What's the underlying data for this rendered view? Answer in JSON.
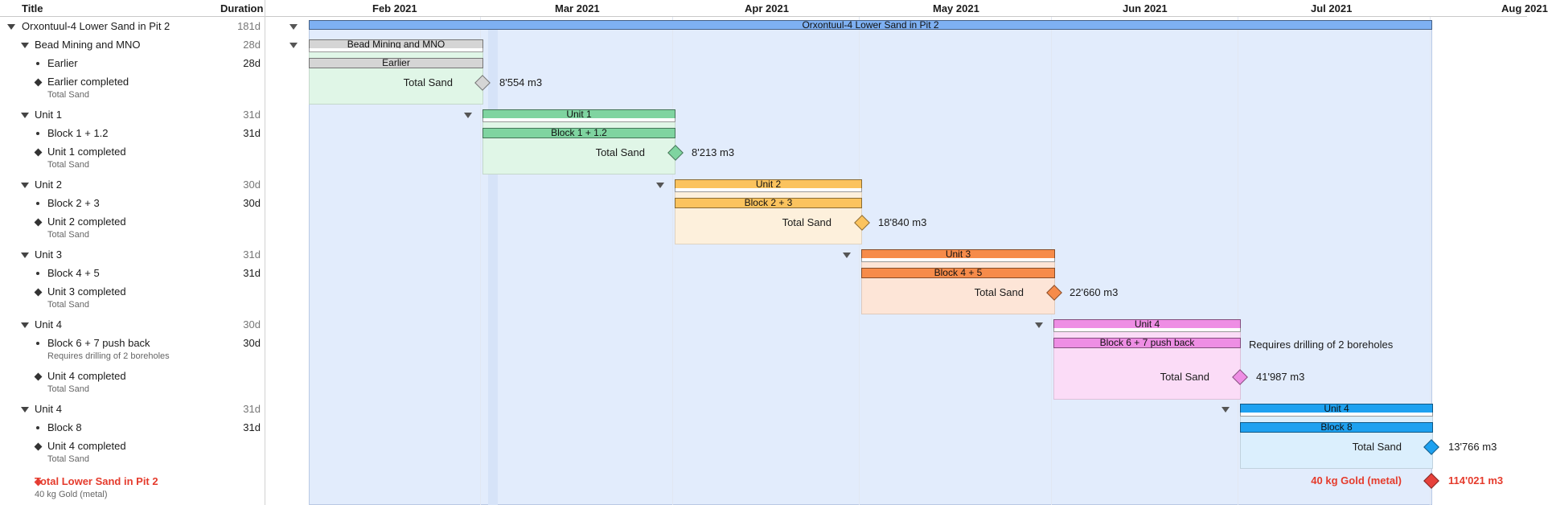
{
  "header": {
    "title_col": "Title",
    "duration_col": "Duration",
    "months": [
      "Feb 2021",
      "Mar 2021",
      "Apr 2021",
      "May 2021",
      "Jun 2021",
      "Jul 2021",
      "Aug 2021"
    ]
  },
  "outline": [
    {
      "title": "Orxontuul-4 Lower Sand in Pit 2",
      "duration": "181d"
    },
    {
      "title": "Bead Mining and MNO",
      "duration": "28d"
    },
    {
      "title": "Earlier",
      "duration": "28d"
    },
    {
      "title": "Earlier completed",
      "note": "Total Sand"
    },
    {
      "title": "Unit 1",
      "duration": "31d"
    },
    {
      "title": "Block 1 + 1.2",
      "duration": "31d"
    },
    {
      "title": "Unit 1 completed",
      "note": "Total Sand"
    },
    {
      "title": "Unit 2",
      "duration": "30d"
    },
    {
      "title": "Block 2 + 3",
      "duration": "30d"
    },
    {
      "title": "Unit 2 completed",
      "note": "Total Sand"
    },
    {
      "title": "Unit 3",
      "duration": "31d"
    },
    {
      "title": "Block 4 + 5",
      "duration": "31d"
    },
    {
      "title": "Unit 3 completed",
      "note": "Total Sand"
    },
    {
      "title": "Unit 4",
      "duration": "30d"
    },
    {
      "title": "Block 6 + 7 push back",
      "duration": "30d",
      "note": "Requires drilling of 2 boreholes"
    },
    {
      "title": "Unit 4 completed",
      "note": "Total Sand"
    },
    {
      "title": "Unit 4",
      "duration": "31d"
    },
    {
      "title": "Block 8",
      "duration": "31d"
    },
    {
      "title": "Unit 4 completed",
      "note": "Total Sand"
    },
    {
      "title": "Total Lower Sand in Pit 2",
      "note": "40 kg Gold (metal)"
    }
  ],
  "gantt": {
    "project_bar": "Orxontuul-4 Lower Sand in Pit 2",
    "bead_group": "Bead Mining and MNO",
    "earlier_task": "Earlier",
    "earlier_ms_label": "Total Sand",
    "earlier_ms_value": "8'554 m3",
    "unit1_group": "Unit 1",
    "unit1_task": "Block 1 + 1.2",
    "unit1_ms_label": "Total Sand",
    "unit1_ms_value": "8'213 m3",
    "unit2_group": "Unit 2",
    "unit2_task": "Block 2 + 3",
    "unit2_ms_label": "Total Sand",
    "unit2_ms_value": "18'840 m3",
    "unit3_group": "Unit 3",
    "unit3_task": "Block 4 + 5",
    "unit3_ms_label": "Total Sand",
    "unit3_ms_value": "22'660 m3",
    "unit4_group": "Unit 4",
    "unit4_task": "Block 6 + 7 push back",
    "unit4_task_note": "Requires drilling of 2 boreholes",
    "unit4_ms_label": "Total Sand",
    "unit4_ms_value": "41'987 m3",
    "unit4b_group": "Unit 4",
    "unit4b_task": "Block 8",
    "unit4b_ms_label": "Total Sand",
    "unit4b_ms_value": "13'766 m3",
    "total_ms_label": "40 kg Gold (metal)",
    "total_ms_value": "114'021 m3"
  },
  "colors": {
    "project": "#7eb0f2",
    "grey": "#d5d5d5",
    "unit1": "#7fd4a0",
    "unit2": "#fbc35e",
    "unit3": "#f68b4a",
    "unit4": "#ee8ee4",
    "unit4b": "#1ea1f0",
    "total": "#e6413b"
  }
}
